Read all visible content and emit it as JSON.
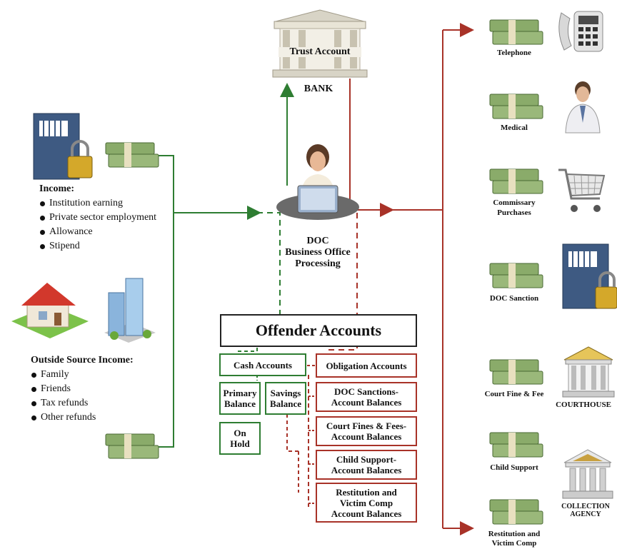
{
  "top": {
    "bank_sign": "Trust Account",
    "bank_label": "BANK"
  },
  "center": {
    "processing_label": "DOC\nBusiness Office\nProcessing"
  },
  "left": {
    "income_heading": "Income:",
    "income_items": [
      "Institution earning",
      "Private sector employment",
      "Allowance",
      "Stipend"
    ],
    "outside_heading": "Outside Source Income:",
    "outside_items": [
      "Family",
      "Friends",
      "Tax refunds",
      "Other refunds"
    ]
  },
  "accounts": {
    "title": "Offender Accounts",
    "cash": "Cash Accounts",
    "primary": "Primary\nBalance",
    "savings": "Savings\nBalance",
    "on_hold": "On\nHold",
    "obligation": "Obligation Accounts",
    "doc_sanctions": "DOC Sanctions-\nAccount Balances",
    "court_fines": "Court Fines & Fees-\nAccount Balances",
    "child_support": "Child Support-\nAccount Balances",
    "restitution": "Restitution and\nVictim Comp\nAccount Balances"
  },
  "right": {
    "items": [
      {
        "label": "Telephone"
      },
      {
        "label": "Medical"
      },
      {
        "label": "Commissary\nPurchases"
      },
      {
        "label": "DOC Sanction"
      },
      {
        "label": "Court Fine & Fee"
      },
      {
        "label": "Child Support"
      },
      {
        "label": "Restitution and\nVictim Comp"
      }
    ],
    "courthouse": "COURTHOUSE",
    "collection_agency": "COLLECTION\nAGENCY"
  },
  "colors": {
    "green": "#2e7d32",
    "red": "#a83228",
    "money": "#7a9a5a"
  }
}
